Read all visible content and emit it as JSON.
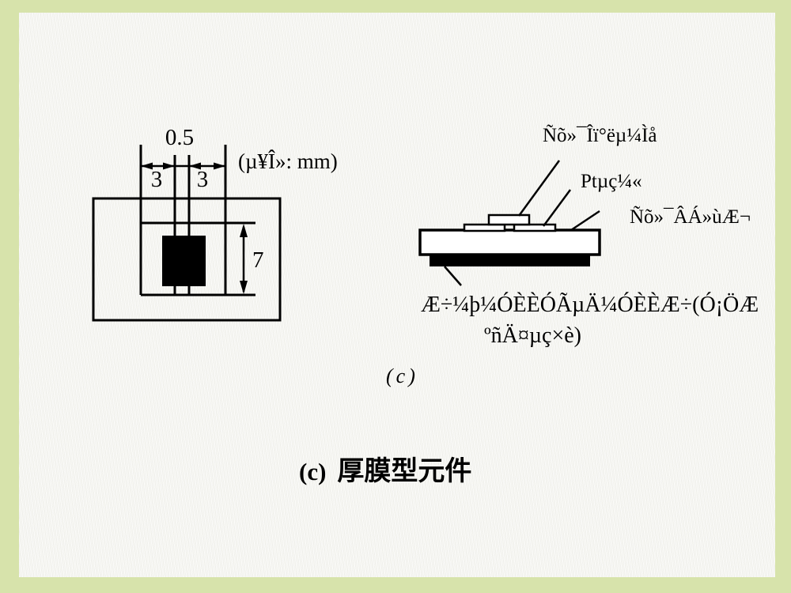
{
  "slide": {
    "background_color": "#f6f6f2",
    "border_color": "#d7e3ab",
    "line_color": "#000000"
  },
  "left_diagram": {
    "unit_note": "(µ¥Î»: mm)",
    "dim_gap": "0.5",
    "dim_left_electrode": "3",
    "dim_right_electrode": "3",
    "dim_film_height": "7"
  },
  "right_diagram": {
    "label_oxide_semiconductor": "Ñõ»¯Îï°ëµ¼Ìå",
    "label_pt_electrode": "Ptµç¼«",
    "label_alumina_substrate": "Ñõ»¯ÂÁ»ùÆ¬",
    "label_heater_line1": "Æ÷¼þ¼ÓÈÈÓÃµÄ¼ÓÈÈÆ÷(Ó¡ÖÆ",
    "label_heater_line2": "ºñÄ¤µç×è)"
  },
  "subfigure_label": "(c)",
  "caption": {
    "prefix": "(c)",
    "title": "厚膜型元件"
  }
}
